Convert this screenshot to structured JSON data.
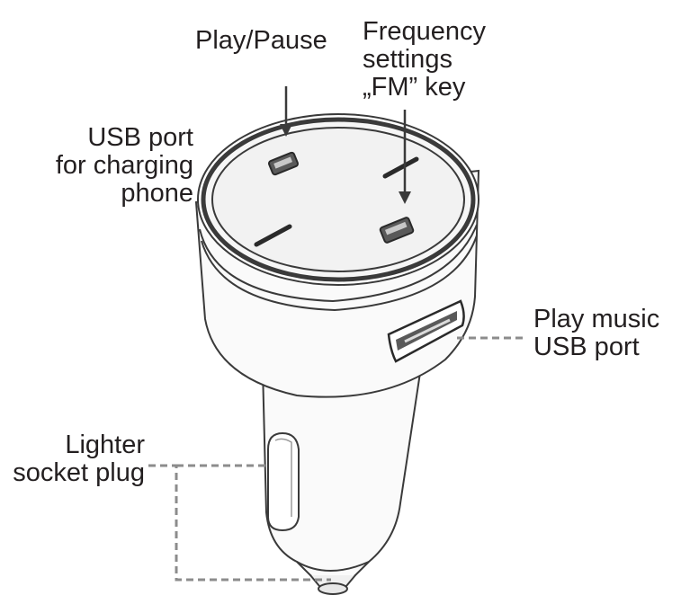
{
  "labels": {
    "play_pause": {
      "lines": [
        "Play/Pause"
      ]
    },
    "frequency": {
      "lines": [
        "Frequency",
        "settings",
        "„FM” key"
      ]
    },
    "usb_charging": {
      "lines": [
        "USB port",
        "for charging",
        "phone"
      ]
    },
    "play_music": {
      "lines": [
        "Play music",
        "USB port"
      ]
    },
    "lighter": {
      "lines": [
        "Lighter",
        "socket plug"
      ]
    }
  },
  "colors": {
    "ink": "#231f20",
    "line": "#4a4a4a",
    "dash": "#8c8c8c",
    "face": "#f2f2f2",
    "body": "#fafafa"
  }
}
